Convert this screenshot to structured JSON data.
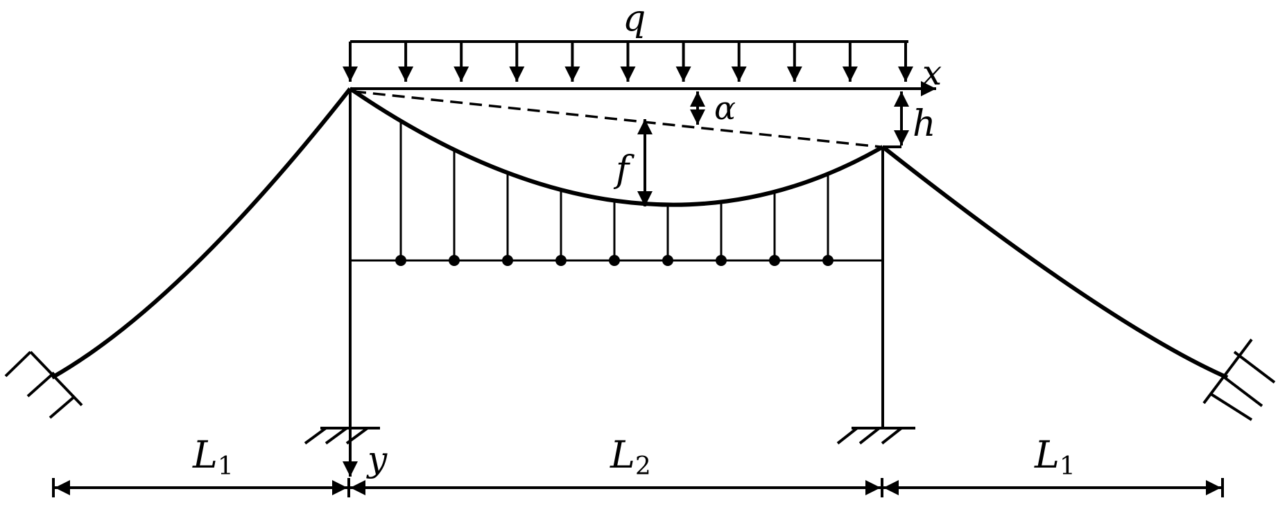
{
  "labels": {
    "load": "q",
    "x_axis": "x",
    "y_axis": "y",
    "angle": "α",
    "height_diff": "h",
    "sag": "f",
    "span_side": "L",
    "span_side_sub": "1",
    "span_main": "L",
    "span_main_sub": "2"
  },
  "structure": {
    "load_arrow_count": 11,
    "hanger_count": 9
  }
}
